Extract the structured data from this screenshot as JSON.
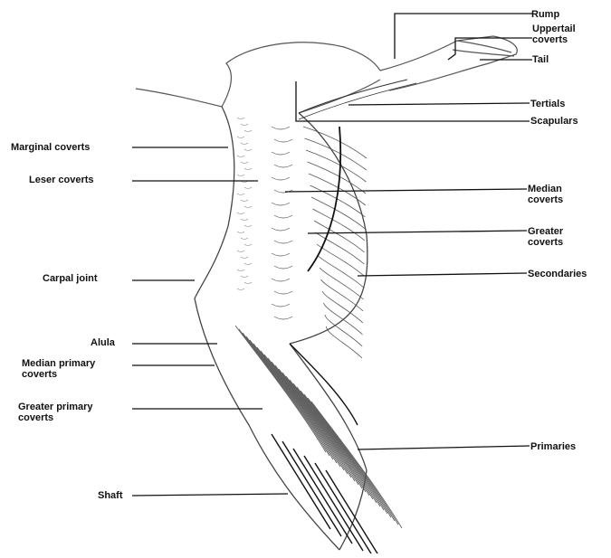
{
  "labels": {
    "rump": "Rump",
    "uppertail_coverts": "Uppertail\ncoverts",
    "tail": "Tail",
    "tertials": "Tertials",
    "scapulars": "Scapulars",
    "median_coverts": "Median\ncoverts",
    "greater_coverts": "Greater\ncoverts",
    "secondaries": "Secondaries",
    "primaries": "Primaries",
    "marginal_coverts": "Marginal coverts",
    "lesser_coverts": "Leser coverts",
    "carpal_joint": "Carpal joint",
    "alula": "Alula",
    "median_primary_coverts": "Median primary\ncoverts",
    "greater_primary_coverts": "Greater primary\ncoverts",
    "shaft": "Shaft"
  },
  "colors": {
    "ink": "#111111",
    "feather": "#555555",
    "background": "#ffffff"
  }
}
